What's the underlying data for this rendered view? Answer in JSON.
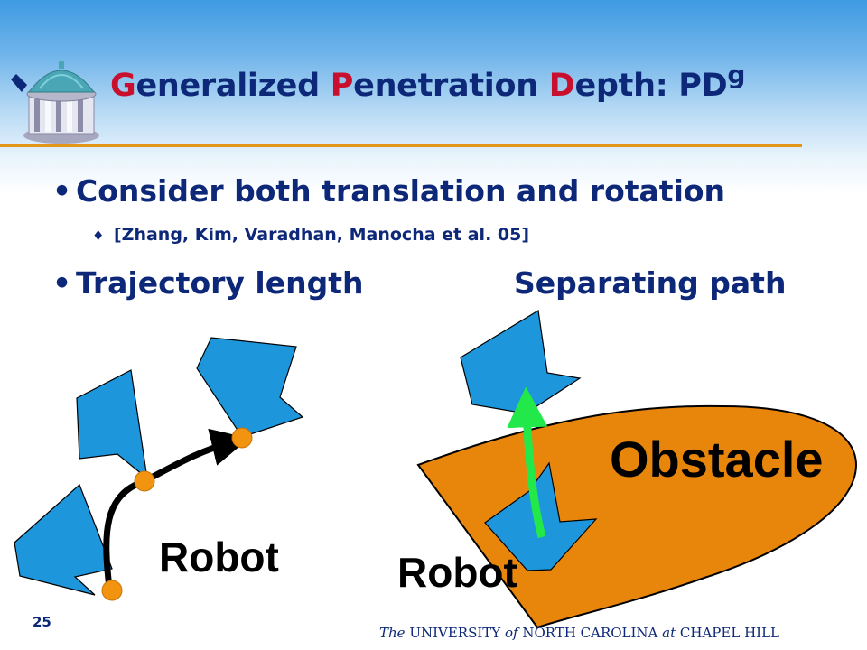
{
  "title": {
    "letters": [
      "G",
      "P",
      "D"
    ],
    "rest": [
      "eneralized ",
      "enetration ",
      "epth: PD"
    ],
    "superscript": "g"
  },
  "bullets": [
    {
      "text": "Consider both translation and rotation",
      "sub": [
        "[Zhang, Kim, Varadhan, Manocha et al. 05]"
      ]
    },
    {
      "text": "Trajectory length"
    }
  ],
  "separating_path_label": "Separating path",
  "diagram": {
    "left_panel": {
      "robot_label": "Robot"
    },
    "right_panel": {
      "obstacle_label": "Obstacle",
      "robot_label": "Robot"
    }
  },
  "footer": {
    "page_number": "25",
    "parts": [
      "The ",
      "UNIVERSITY ",
      "of ",
      "NORTH CAROLINA ",
      "at ",
      "CHAPEL HILL"
    ]
  },
  "colors": {
    "title_navy": "#0d2878",
    "title_red": "#c8102e",
    "rule_orange": "#e39617",
    "robot_blue": "#1e96dc",
    "obstacle_orange": "#e8860c",
    "path_green": "#22e84a",
    "config_dot_orange": "#f2940f"
  },
  "icons": {
    "logo": "old-well-logo-icon",
    "bullet": "round-bullet-icon",
    "sub_bullet": "diamond-bullet-icon"
  }
}
